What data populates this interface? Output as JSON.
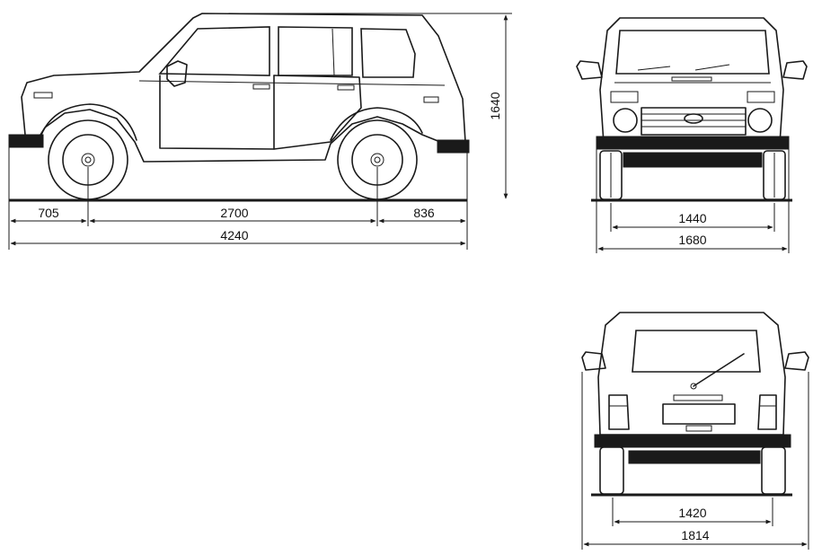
{
  "colors": {
    "ink": "#1a1a1a",
    "background": "#ffffff"
  },
  "dimensions": {
    "side_view": {
      "front_overhang": "705",
      "wheelbase": "2700",
      "rear_overhang": "836",
      "overall_length": "4240",
      "overall_height": "1640"
    },
    "front_view": {
      "front_track": "1440",
      "overall_width": "1680"
    },
    "rear_view": {
      "rear_track": "1420",
      "width_with_mirrors": "1814"
    }
  }
}
